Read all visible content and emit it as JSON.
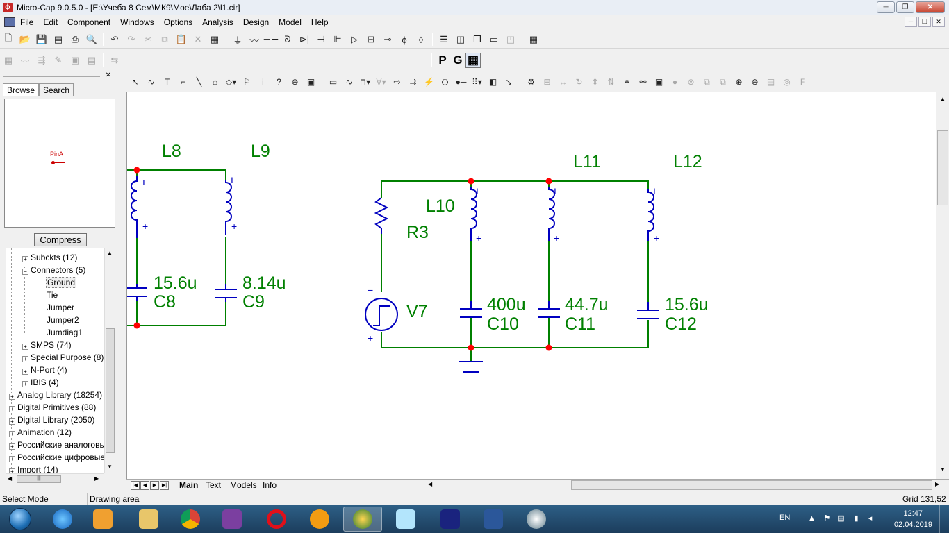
{
  "window": {
    "title": "Micro-Cap 9.0.5.0 - [E:\\Учеба 8 Сем\\МК9\\Мое\\Лаба 2\\l1.cir]",
    "minimize": "─",
    "restore": "❐",
    "close": "✕"
  },
  "menu": {
    "items": [
      "File",
      "Edit",
      "Component",
      "Windows",
      "Options",
      "Analysis",
      "Design",
      "Model",
      "Help"
    ]
  },
  "toolbar2": {
    "p_label": "P",
    "g_label": "G"
  },
  "left_panel": {
    "tabs": [
      "Browse",
      "Search"
    ],
    "preview_pin_label": "PinA",
    "compress_label": "Compress",
    "tree": [
      {
        "label": "Subckts (12)",
        "expander": "+"
      },
      {
        "label": "Connectors (5)",
        "expander": "−"
      },
      {
        "label": "Ground",
        "selected": true
      },
      {
        "label": "Tie"
      },
      {
        "label": "Jumper"
      },
      {
        "label": "Jumper2"
      },
      {
        "label": "Jumdiag1"
      },
      {
        "label": "SMPS (74)",
        "expander": "+"
      },
      {
        "label": "Special Purpose (8)",
        "expander": "+"
      },
      {
        "label": "N-Port (4)",
        "expander": "+"
      },
      {
        "label": "IBIS (4)",
        "expander": "+"
      },
      {
        "label": "Analog Library (18254)",
        "expander": "+"
      },
      {
        "label": "Digital Primitives (88)",
        "expander": "+"
      },
      {
        "label": "Digital Library (2050)",
        "expander": "+"
      },
      {
        "label": "Animation (12)",
        "expander": "+"
      },
      {
        "label": "Российские аналоговые",
        "expander": "+"
      },
      {
        "label": "Российские цифровые",
        "expander": "+"
      },
      {
        "label": "Import (14)",
        "expander": "+"
      }
    ]
  },
  "schematic": {
    "wire_color": "#008000",
    "component_color": "#0000c0",
    "label_color": "#008000",
    "node_color": "#ff0000",
    "labels": {
      "L8": "L8",
      "L9": "L9",
      "L10": "L10",
      "L11": "L11",
      "L12": "L12",
      "R3": "R3",
      "V7": "V7",
      "C8_value": "15.6u",
      "C8": "C8",
      "C9_value": "8.14u",
      "C9": "C9",
      "C10_value": "400u",
      "C10": "C10",
      "C11_value": "44.7u",
      "C11": "C11",
      "C12_value": "15.6u",
      "C12": "C12"
    }
  },
  "sheet_tabs": [
    "Main",
    "Text",
    "Models",
    "Info"
  ],
  "status": {
    "mode": "Select Mode",
    "area": "Drawing area",
    "grid": "Grid 131,52"
  },
  "taskbar": {
    "apps": [
      "internet-explorer",
      "media-player",
      "file-explorer",
      "chrome",
      "inkscape",
      "opera",
      "aimp",
      "micro-cap",
      "notepad",
      "floppy-save",
      "word",
      "network-tool"
    ],
    "lang": "EN",
    "time": "12:47",
    "date": "02.04.2019"
  }
}
